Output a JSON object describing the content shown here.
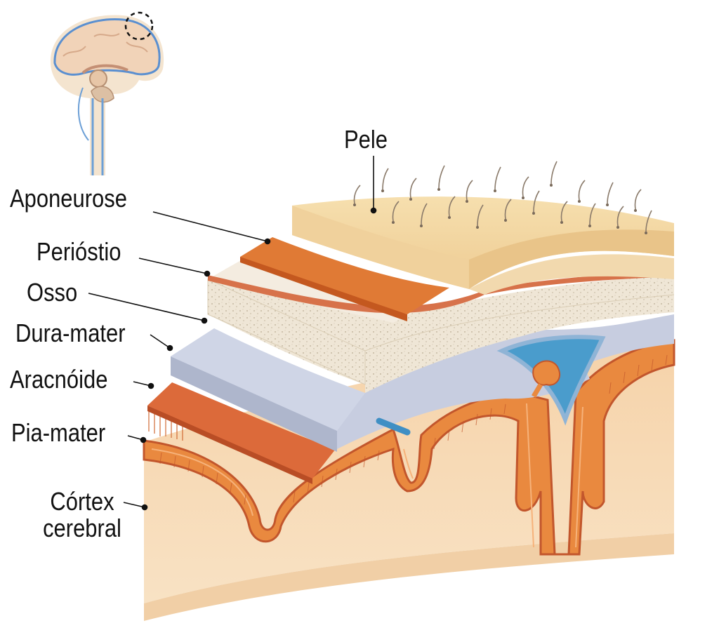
{
  "labels": {
    "pele": "Pele",
    "aponeurose": "Aponeurose",
    "periostio": "Perióstio",
    "osso": "Osso",
    "dura_mater": "Dura-mater",
    "aracnoide": "Aracnóide",
    "pia_mater": "Pia-mater",
    "cortex_line1": "Córtex",
    "cortex_line2": "cerebral"
  },
  "colors": {
    "skin": "#f2d4a0",
    "aponeurosis": "#e07a35",
    "bone": "#efe6d6",
    "dura": "#c7cde0",
    "arachnoid": "#dc6a3a",
    "pia": "#e98a3c",
    "cortex": "#f8dcb8",
    "sinus": "#4a9ccc"
  }
}
